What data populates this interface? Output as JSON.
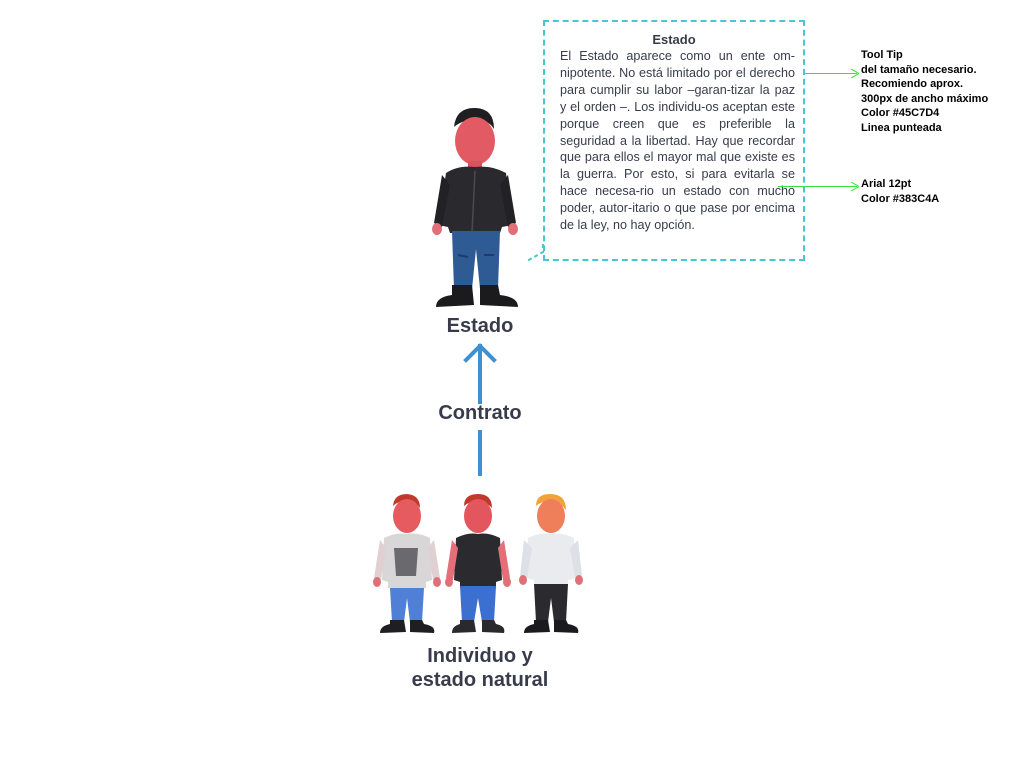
{
  "tooltip": {
    "title": "Estado",
    "body": "El Estado aparece como un ente om-nipotente. No está limitado por el derecho para cumplir su labor –garan-tizar la paz y el orden –. Los individu-os aceptan este porque creen que es preferible la seguridad a  la libertad. Hay que recordar que para ellos el mayor mal que existe es la guerra. Por esto, si para evitarla se hace necesa-rio un estado con mucho poder, autor-itario o que pase por encima de la ley, no hay opción.",
    "border_color": "#45C7D4",
    "text_color": "#383C4A"
  },
  "annotations": {
    "tooltip_note": "Tool Tip\ndel tamaño necesario.\nRecomiendo aprox.\n300px de ancho máximo\nColor #45C7D4\nLinea punteada",
    "font_note": "Arial 12pt\nColor #383C4A",
    "pointer_color": "#39e23a"
  },
  "diagram": {
    "top_label": "Estado",
    "arrow_label": "Contrato",
    "bottom_label_line1": "Individuo y",
    "bottom_label_line2": "estado natural",
    "arrow_color": "#3f90d0"
  }
}
